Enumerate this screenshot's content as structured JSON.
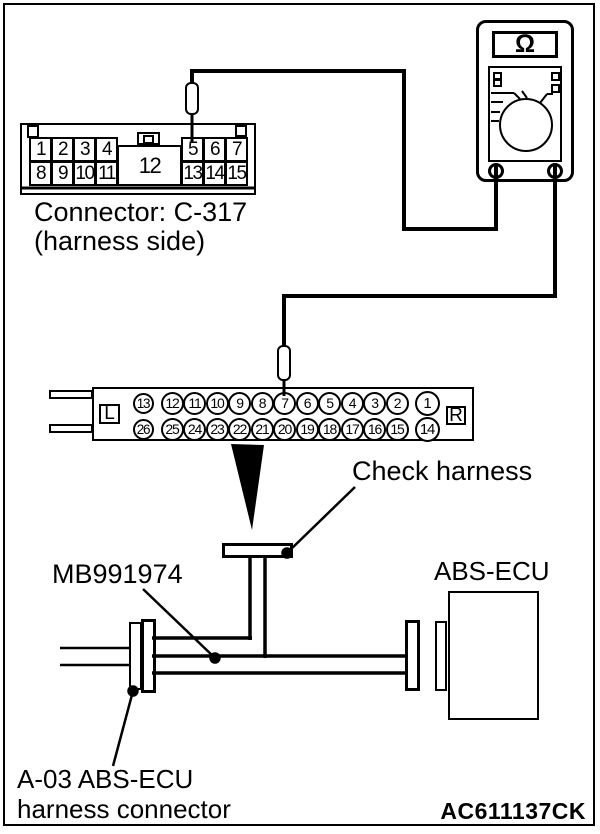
{
  "page": {
    "background": "#ffffff",
    "line_color": "#000000"
  },
  "meter": {
    "display_symbol": "Ω"
  },
  "connector_c317": {
    "caption_line1": "Connector: C-317",
    "caption_line2": "(harness side)",
    "row1_left": [
      "1",
      "2",
      "3",
      "4"
    ],
    "row1_right": [
      "5",
      "6",
      "7"
    ],
    "row2_left": [
      "8",
      "9",
      "10",
      "11"
    ],
    "row2_right": [
      "13",
      "14",
      "15"
    ],
    "center_cell": "12",
    "probed_pin": "5"
  },
  "check_harness_connector": {
    "left_marker": "L",
    "right_marker": "R",
    "outer_top": "13",
    "outer_bottom": "26",
    "main_top": [
      "12",
      "11",
      "10",
      "9",
      "8",
      "7",
      "6",
      "5",
      "4",
      "3",
      "2"
    ],
    "main_bottom": [
      "25",
      "24",
      "23",
      "22",
      "21",
      "20",
      "19",
      "18",
      "17",
      "16",
      "15"
    ],
    "end_top": "1",
    "end_bottom": "14",
    "probed_pin": "7"
  },
  "labels": {
    "check_harness": "Check harness",
    "tool_number": "MB991974",
    "abs_ecu": "ABS-ECU",
    "a03_line1": "A-03 ABS-ECU",
    "a03_line2": "harness connector",
    "figure_code": "AC611137CK"
  }
}
